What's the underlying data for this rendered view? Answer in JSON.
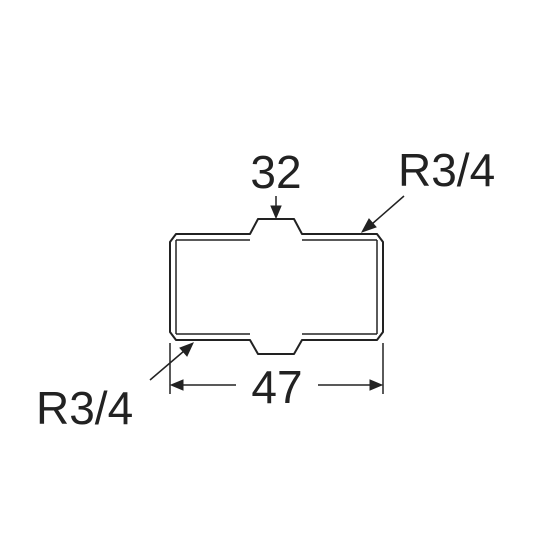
{
  "diagram": {
    "hex_width_label": "32",
    "right_thread_label": "R3/4",
    "left_thread_label": "R3/4",
    "length_label": "47",
    "colors": {
      "line": "#222222",
      "background": "#ffffff"
    }
  }
}
